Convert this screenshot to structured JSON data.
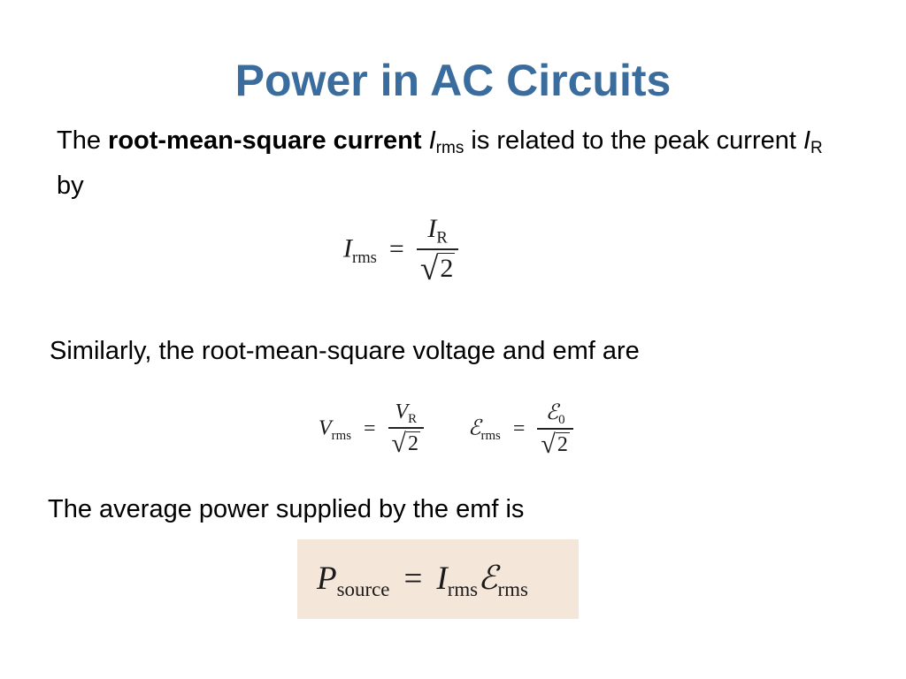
{
  "slide": {
    "title": "Power in AC Circuits",
    "para1": {
      "t1": "The ",
      "bold": "root-mean-square current",
      "t2": " ",
      "I": "I",
      "rms": "rms",
      "t3": " is related to the peak current ",
      "I2": "I",
      "R": "R",
      "t4": " by"
    },
    "para2": "Similarly, the root-mean-square voltage and emf are",
    "para3": "The average power supplied by the emf is"
  },
  "formulas": {
    "f1": {
      "lhs": "I",
      "lhs_sub": "rms",
      "eq": "=",
      "num": "I",
      "num_sub": "R",
      "radical": "√",
      "den": "2"
    },
    "f2a": {
      "lhs": "V",
      "lhs_sub": "rms",
      "eq": "=",
      "num": "V",
      "num_sub": "R",
      "radical": "√",
      "den": "2"
    },
    "f2b": {
      "lhs": "ℰ",
      "lhs_sub": "rms",
      "eq": "=",
      "num": "ℰ",
      "num_sub": "0",
      "radical": "√",
      "den": "2"
    },
    "f3": {
      "lhs": "P",
      "lhs_sub": "source",
      "eq": "=",
      "r1": "I",
      "r1_sub": "rms",
      "r2": "ℰ",
      "r2_sub": "rms"
    }
  },
  "colors": {
    "title": "#3b6c9e",
    "formula_box": "#f5e6da"
  }
}
